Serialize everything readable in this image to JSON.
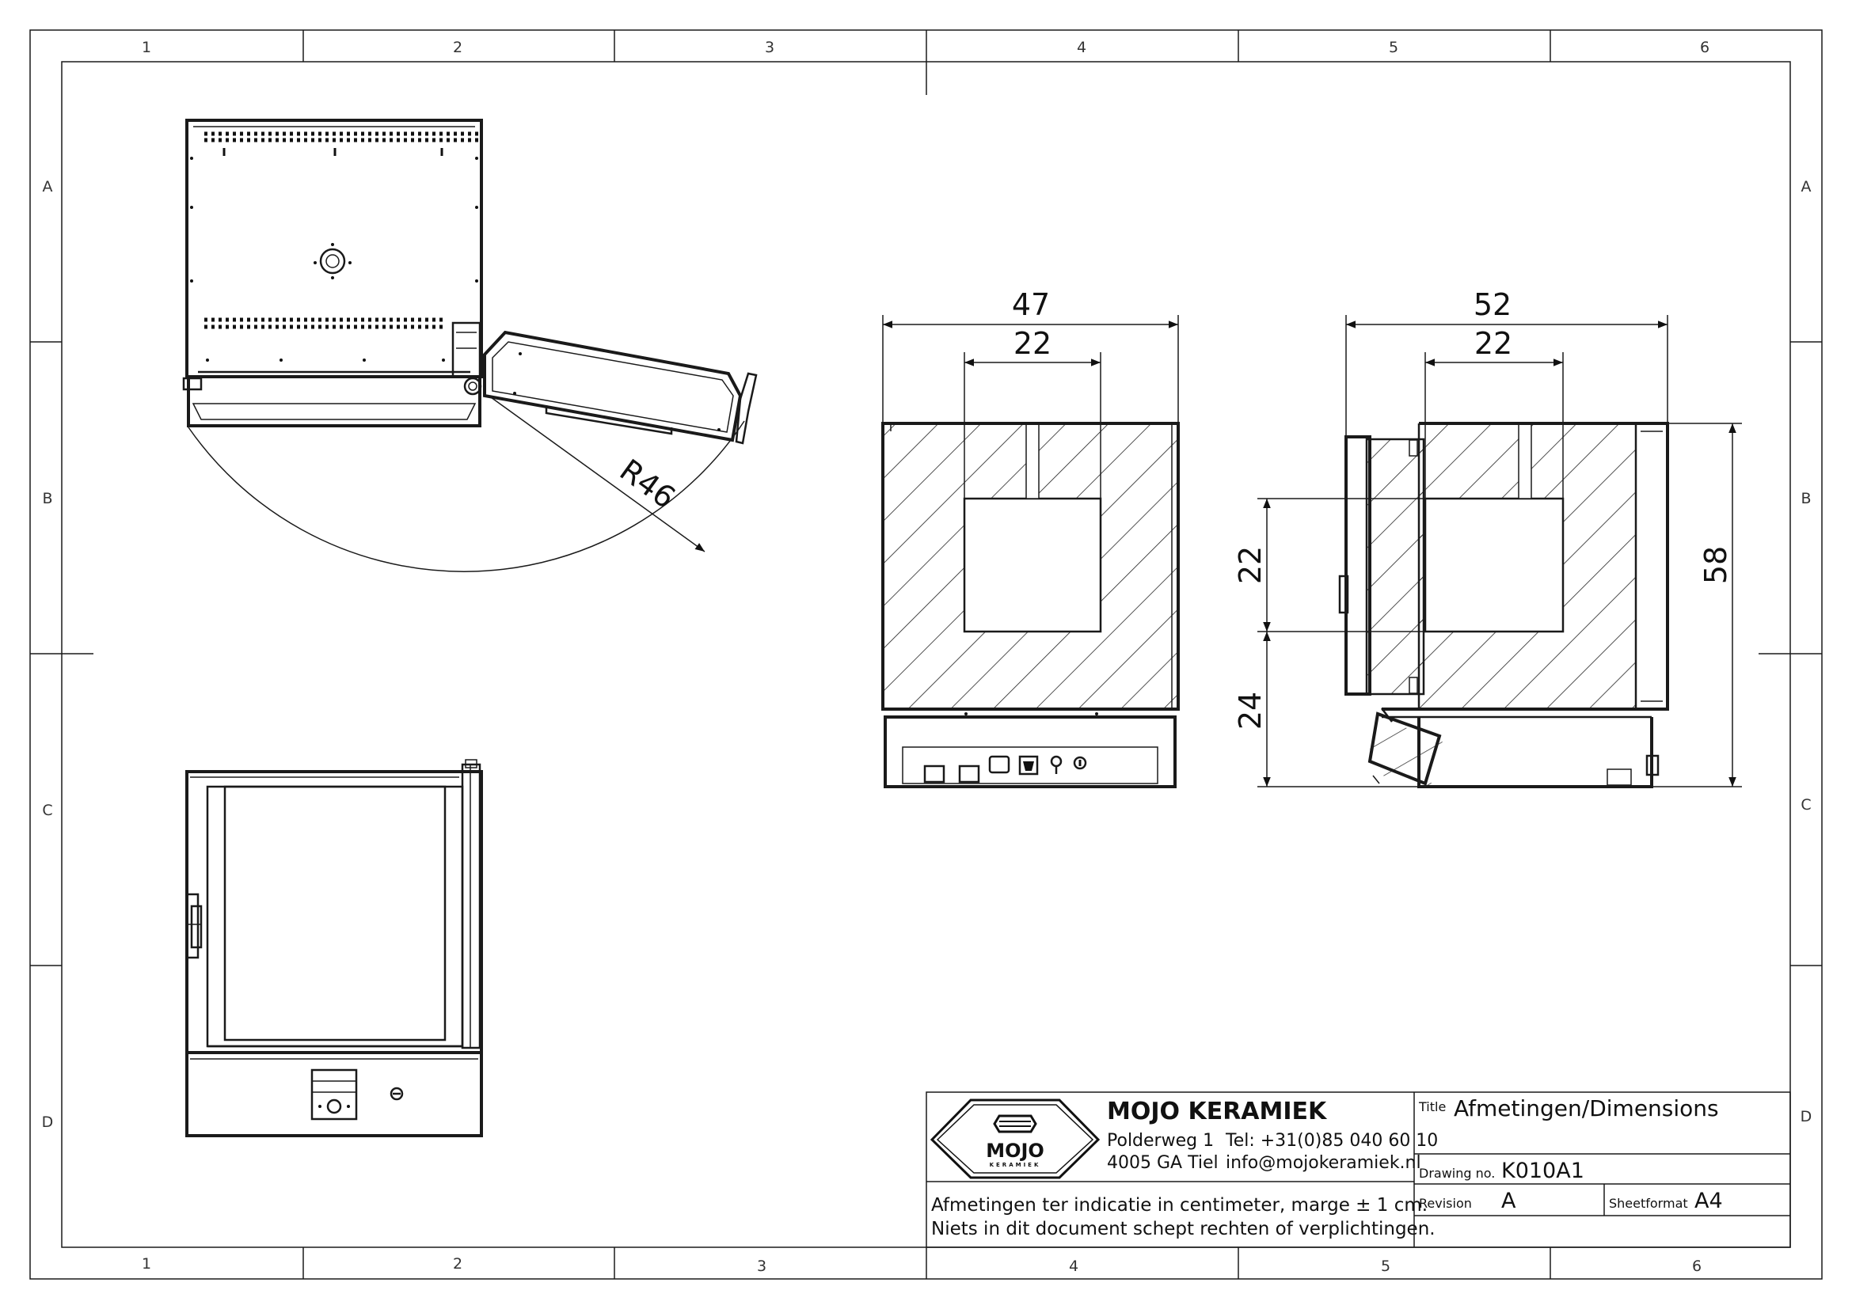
{
  "grid": {
    "columns": [
      "1",
      "2",
      "3",
      "4",
      "5",
      "6"
    ],
    "rows": [
      "A",
      "B",
      "C",
      "D"
    ]
  },
  "dimensions": {
    "radius": "R46",
    "front_width": "47",
    "front_inner": "22",
    "side_depth": "52",
    "side_inner": "22",
    "inner_height": "22",
    "base_height": "24",
    "total_height": "58"
  },
  "title_block": {
    "company": "MOJO KERAMIEK",
    "logo_text": "MOJO",
    "logo_subtext": "KERAMIEK",
    "address_line1": "Polderweg 1",
    "address_line2": "4005 GA Tiel",
    "phone": "Tel: +31(0)85 040 60 10",
    "email": "info@mojokeramiek.nl",
    "note_line1": "Afmetingen ter indicatie in centimeter, marge ± 1 cm.",
    "note_line2": "Niets in dit document schept rechten of verplichtingen.",
    "title_label": "Title",
    "title": "Afmetingen/Dimensions",
    "drawing_no_label": "Drawing no.",
    "drawing_no": "K010A1",
    "revision_label": "Revision",
    "revision": "A",
    "sheetformat_label": "Sheetformat",
    "sheetformat": "A4"
  }
}
